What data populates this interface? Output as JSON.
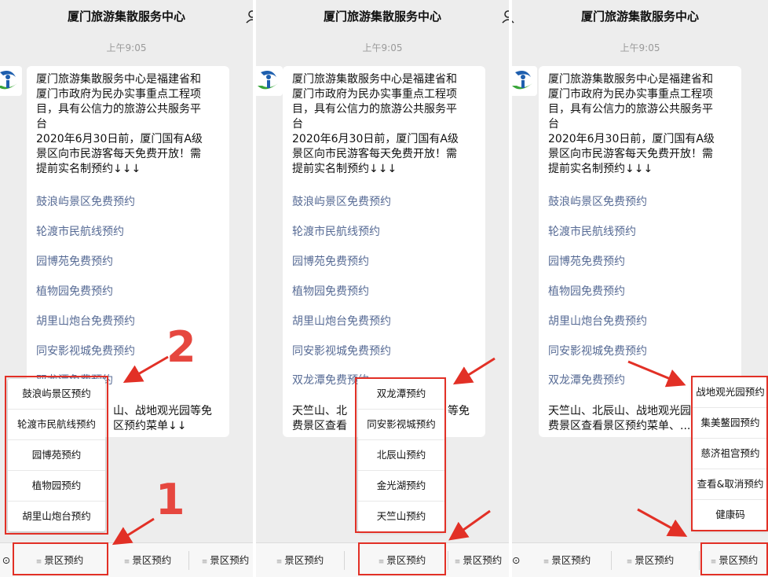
{
  "chat": {
    "title": "厦门旅游集散服务中心",
    "time": "上午9:05",
    "intro": "厦门旅游集散服务中心是福建省和\n厦门市政府为民办实事重点工程项\n目，具有公信力的旅游公共服务平\n台\n2020年6月30日前，厦门国有A级\n景区向市民游客每天免费开放！需\n提前实名制预约↓↓↓",
    "links": [
      "鼓浪屿景区免费预约",
      "轮渡市民航线预约",
      "园博苑免费预约",
      "植物园免费预约",
      "胡里山炮台免费预约",
      "同安影视城免费预约",
      "双龙潭免费预约"
    ],
    "tail": "天竺山、北辰山、战地观光园等免\n费景区查看景区预约菜单↓↓",
    "tail_fragments": {
      "p1": [
        "山、战地观光园等免",
        "区预约菜单↓↓"
      ],
      "p2_left": [
        "天竺山、北",
        "费景区查看"
      ],
      "p2_right": [
        "等免"
      ],
      "p3": [
        "天竺山、北辰山、战地观光园等免",
        "费景区查看景区预约菜单、..."
      ]
    }
  },
  "menu": {
    "labels": [
      "景区预约",
      "景区预约",
      "景区预约"
    ]
  },
  "popups": {
    "p1": [
      "鼓浪屿景区预约",
      "轮渡市民航线预约",
      "园博苑预约",
      "植物园预约",
      "胡里山炮台预约"
    ],
    "p2": [
      "双龙潭预约",
      "同安影视城预约",
      "北辰山预约",
      "金光湖预约",
      "天竺山预约"
    ],
    "p3": [
      "战地观光园预约",
      "集美鳌园预约",
      "慈济祖宫预约",
      "查看&取消预约",
      "健康码"
    ]
  },
  "annotations": {
    "num1": "1",
    "num2": "2",
    "accent_color": "#e23026"
  }
}
